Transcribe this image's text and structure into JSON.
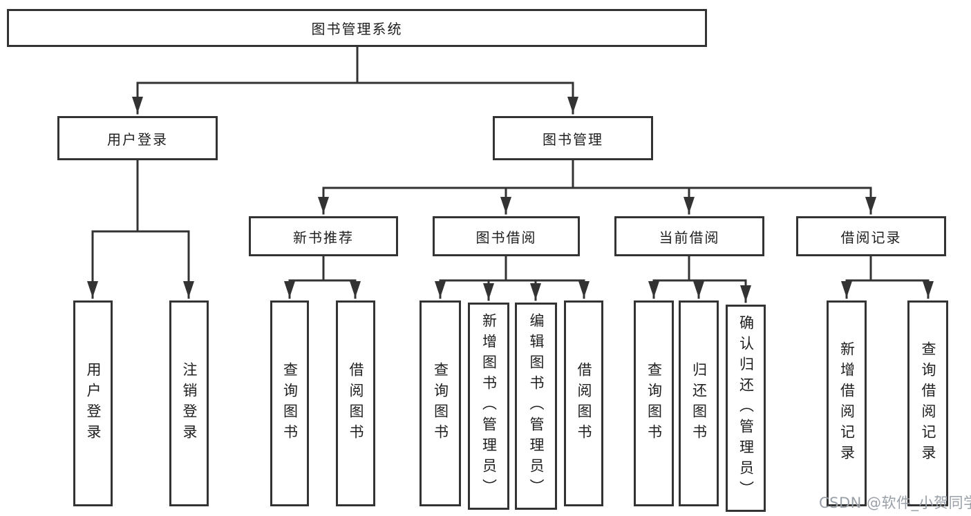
{
  "diagram_title": "图书管理系统",
  "tree": {
    "root": {
      "label": "图书管理系统"
    },
    "branches": [
      {
        "label": "用户登录",
        "children": [
          {
            "label": "用户登录"
          },
          {
            "label": "注销登录"
          }
        ]
      },
      {
        "label": "图书管理",
        "sections": [
          {
            "label": "新书推荐",
            "children": [
              {
                "label": "查询图书"
              },
              {
                "label": "借阅图书"
              }
            ]
          },
          {
            "label": "图书借阅",
            "children": [
              {
                "label": "查询图书"
              },
              {
                "label": "新增图书（管理员）"
              },
              {
                "label": "编辑图书（管理员）"
              },
              {
                "label": "借阅图书"
              }
            ]
          },
          {
            "label": "当前借阅",
            "children": [
              {
                "label": "查询图书"
              },
              {
                "label": "归还图书"
              },
              {
                "label": "确认归还（管理员）"
              }
            ]
          },
          {
            "label": "借阅记录",
            "children": [
              {
                "label": "新增借阅记录"
              },
              {
                "label": "查询借阅记录"
              }
            ]
          }
        ]
      }
    ]
  },
  "watermark": {
    "text": "CSDN @软件_小贺同学"
  },
  "colors": {
    "line": "#333333",
    "box_border": "#333333",
    "text": "#1f1f1f",
    "watermark": "#9aa0a8",
    "background": "#ffffff"
  }
}
